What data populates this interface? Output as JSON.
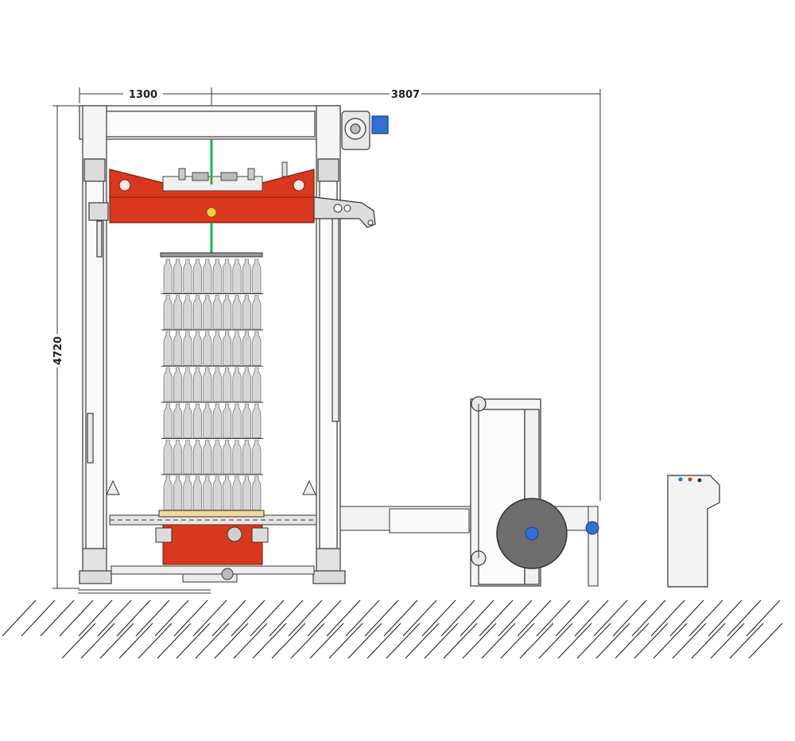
{
  "dimensions": {
    "width_left": "1300",
    "width_total": "3807",
    "height": "4720"
  },
  "colors": {
    "frame_line": "#3a3a3a",
    "frame_fill": "#f4f4f4",
    "red_carriage": "#d9381e",
    "green_strap": "#25b04a",
    "motor_blue": "#2f6fd6",
    "bottle_fill": "#d6d6d6",
    "reel_fill": "#6e6e6e",
    "hatch": "#222222"
  },
  "icons": {
    "motor": "motor-gearbox-icon",
    "reel": "strap-reel-icon",
    "panel": "control-panel-icon"
  }
}
